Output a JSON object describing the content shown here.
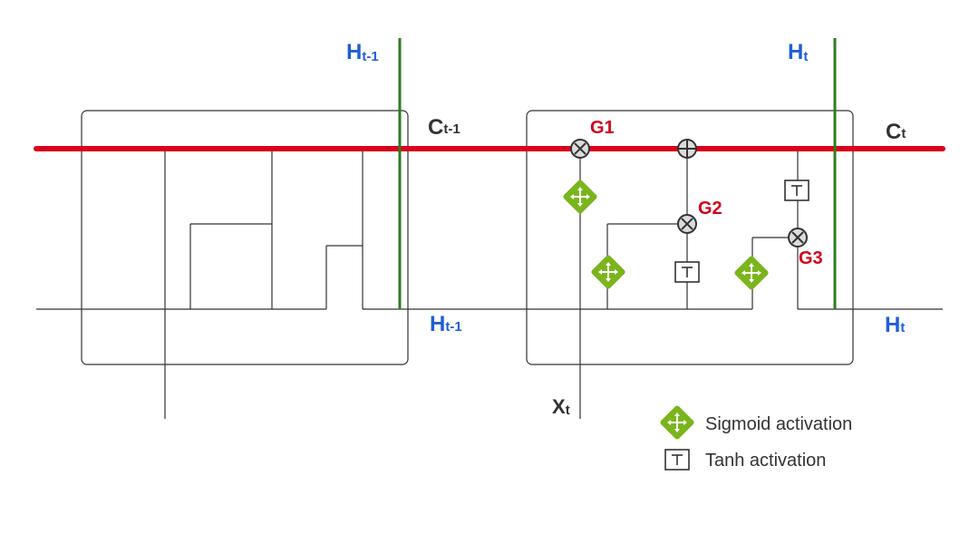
{
  "labels": {
    "h_prev_top": {
      "main": "H",
      "sub": "t-1"
    },
    "h_top": {
      "main": "H",
      "sub": "t"
    },
    "c_prev": {
      "main": "C",
      "sub": "t-1"
    },
    "c_curr": {
      "main": "C",
      "sub": "t"
    },
    "h_prev_mid": {
      "main": "H",
      "sub": "t-1"
    },
    "h_mid": {
      "main": "H",
      "sub": "t"
    },
    "x_input": {
      "main": "X",
      "sub": "t"
    }
  },
  "gates": {
    "g1": "G1",
    "g2": "G2",
    "g3": "G3"
  },
  "legend": {
    "sigmoid": "Sigmoid activation",
    "tanh": "Tanh activation"
  },
  "colors": {
    "cell_state_line": "#d9001b",
    "hidden_state_line": "#2e7d1e",
    "sigmoid_green": "#7ab51d",
    "label_blue": "#1f5fd6",
    "gate_red": "#d0021b"
  },
  "icons": {
    "multiply": "circled-times-icon",
    "add": "circled-plus-icon",
    "sigmoid": "sigmoid-diamond-icon",
    "tanh": "tanh-box-icon"
  }
}
